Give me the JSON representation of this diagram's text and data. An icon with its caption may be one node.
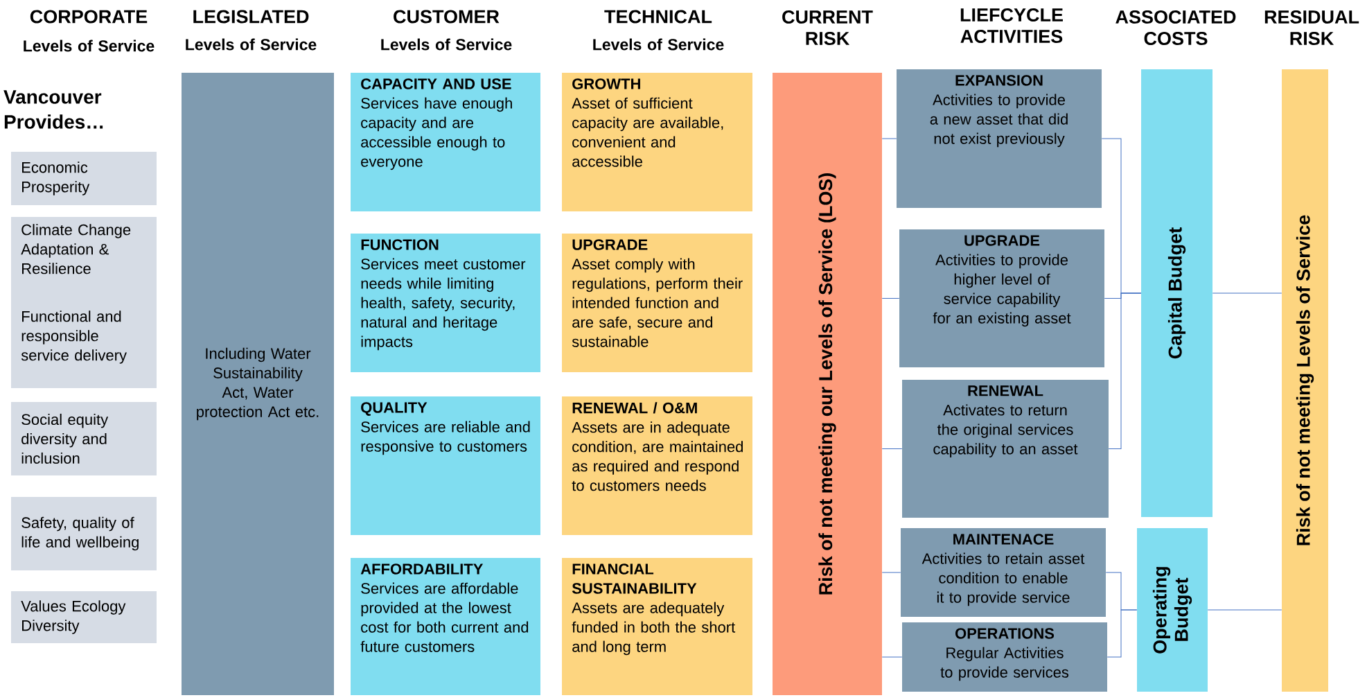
{
  "diagram": {
    "nodes": [
      {
        "text": [
          "Economic Prosperity"
        ]
      },
      {
        "text": [
          "Climate Change Adaptation & Resilience",
          "Functional and responsible service delivery"
        ]
      },
      {
        "text": [
          "Social equity diversity and inclusion"
        ]
      },
      {
        "text": [
          "Safety, quality of life and wellbeing"
        ]
      },
      {
        "text": [
          "Values Ecology Diversity"
        ]
      },
      {
        "text": [
          "Including Water Sustainability Act, Water protection Act etc."
        ]
      },
      {
        "text": [
          "CAPACITY AND USE",
          "Services have enough capacity and are accessible enough to everyone"
        ]
      },
      {
        "text": [
          "FUNCTION",
          "Services meet customer needs while limiting health, safety, security, natural and heritage impacts"
        ]
      },
      {
        "text": [
          "QUALITY",
          "Services are reliable and responsive to customers"
        ]
      },
      {
        "text": [
          "AFFORDABILITY",
          "Services are affordable provided at the lowest cost for both current and future customers"
        ]
      },
      {
        "text": [
          "GROWTH",
          "Asset of sufficient capacity are available, convenient and accessible"
        ]
      },
      {
        "text": [
          "UPGRADE",
          "Asset comply with regulations, perform their intended function and are safe, secure and sustainable"
        ]
      },
      {
        "text": [
          "RENEWAL / O&M",
          "Assets are in adequate condition, are maintained as required and respond to customers needs"
        ]
      },
      {
        "text": [
          "FINANCIAL SUSTAINABILITY",
          "Assets are adequately funded in both the short and long term"
        ]
      },
      {
        "text": [
          "Risk of not meeting our Levels of Service (LOS)"
        ]
      },
      {
        "text": [
          "EXPANSION",
          "Activities to provide a new asset that did not exist previously"
        ]
      },
      {
        "text": [
          "UPGRADE",
          "Activities to provide higher level of service capability for an existing asset"
        ]
      },
      {
        "text": [
          "RENEWAL",
          "Activates to return the original services capability to an asset"
        ]
      },
      {
        "text": [
          "MAINTENACE",
          "Activities to retain asset condition to enable it to provide service"
        ]
      },
      {
        "text": [
          "OPERATIONS",
          "Regular Activities to provide services"
        ]
      },
      {
        "text": [
          "Capital Budget"
        ]
      },
      {
        "text": [
          "Operating Budget"
        ]
      },
      {
        "text": [
          "Risk of not meeting Levels of Service"
        ]
      }
    ],
    "edges": [
      {
        "from": 14,
        "to": 15,
        "arrow": "none"
      },
      {
        "from": 14,
        "to": 16,
        "arrow": "none"
      },
      {
        "from": 14,
        "to": 17,
        "arrow": "none"
      },
      {
        "from": 14,
        "to": 18,
        "arrow": "none"
      },
      {
        "from": 14,
        "to": 19,
        "arrow": "none"
      },
      {
        "from": 15,
        "to": 20,
        "arrow": "none"
      },
      {
        "from": 16,
        "to": 20,
        "arrow": "none"
      },
      {
        "from": 17,
        "to": 20,
        "arrow": "none"
      },
      {
        "from": 18,
        "to": 21,
        "arrow": "none"
      },
      {
        "from": 19,
        "to": 21,
        "arrow": "none"
      },
      {
        "from": 20,
        "to": 22,
        "arrow": "none"
      },
      {
        "from": 21,
        "to": 22,
        "arrow": "none"
      }
    ],
    "labels": [
      "CORPORATE",
      "Levels of Service",
      "LEGISLATED",
      "Levels of Service",
      "CUSTOMER",
      "Levels of Service",
      "TECHNICAL",
      "Levels of Service",
      "CURRENT RISK",
      "LIEFCYCLE ACTIVITIES",
      "ASSOCIATED COSTS",
      "RESIDUAL RISK",
      "Vancouver Provides…"
    ]
  }
}
